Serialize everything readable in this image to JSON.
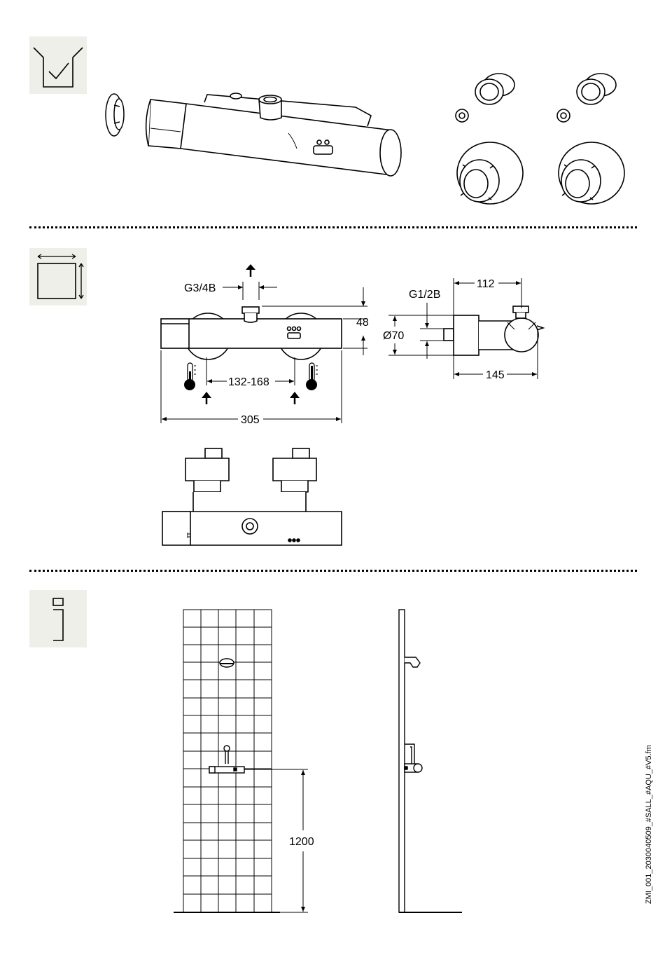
{
  "sections": {
    "contents": {
      "icon": "box-checkmark-icon"
    },
    "dimensions": {
      "icon": "dimensions-square-icon",
      "labels": {
        "outlet_thread": "G3/4B",
        "height": "48",
        "inlet_spacing": "132-168",
        "total_length": "305",
        "inlet_thread": "G1/2B",
        "diameter": "Ø70",
        "depth_top": "112",
        "depth_bottom": "145"
      }
    },
    "installation": {
      "icon": "info-icon",
      "labels": {
        "mounting_height": "1200"
      }
    }
  },
  "document_code": "ZMI_001_2030040509_#SALL_#AQU_#V5.fm"
}
